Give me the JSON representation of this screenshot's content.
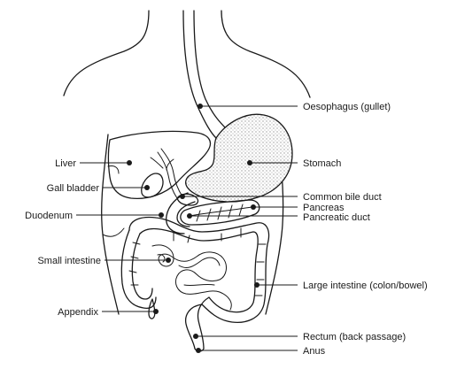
{
  "labels": {
    "left": {
      "liver": "Liver",
      "gall_bladder": "Gall bladder",
      "duodenum": "Duodenum",
      "small_intestine": "Small intestine",
      "appendix": "Appendix"
    },
    "right": {
      "oesophagus": "Oesophagus (gullet)",
      "stomach": "Stomach",
      "common_bile_duct": "Common bile duct",
      "pancreas": "Pancreas",
      "pancreatic_duct": "Pancreatic duct",
      "large_intestine": "Large intestine (colon/bowel)",
      "rectum": "Rectum (back passage)",
      "anus": "Anus"
    }
  },
  "colors": {
    "ink": "#1a1a1a",
    "stomach_stipple": "#d9d9d9",
    "background": "#ffffff"
  }
}
